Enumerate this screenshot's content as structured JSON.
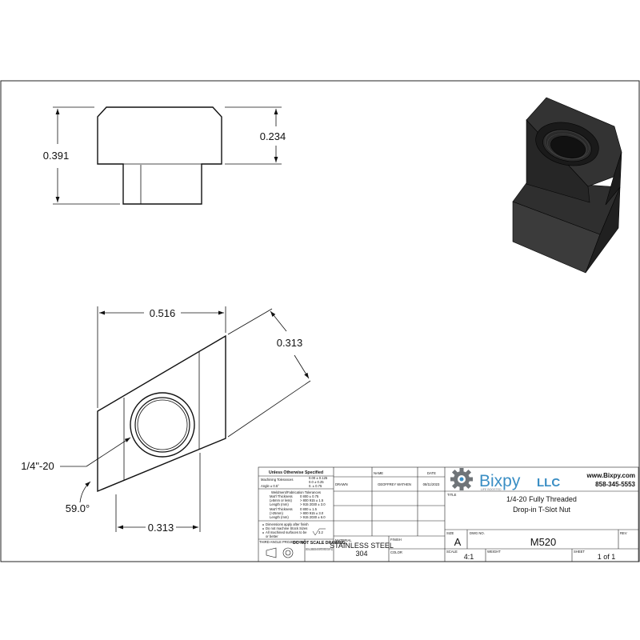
{
  "dimensions": {
    "overall_height": "0.391",
    "head_height": "0.234",
    "width": "0.516",
    "diagonal": "0.313",
    "thread": "1/4\"-20",
    "angle": "59.0°",
    "bottom": "0.313"
  },
  "tolerances": {
    "title": "Unless Otherwise Specified",
    "machining_label": "Machining Tolerances",
    "machining_values": [
      "0.00  ± 0.125",
      "0.0  ± 0.25",
      "0.  ± 0.75"
    ],
    "angle": "Angle  ± 0.5°",
    "weldment_title": "Weldment/Fabrication Tolerances",
    "thick1_label": "Mat'l Thickness",
    "thick1_sub": "(≥5mm or less)",
    "thick1_len": "Length (mm)",
    "thick1_vals": [
      "0     800 ± 0.75",
      "> 800    915 ± 1.5",
      "> 915   2030 ± 3.0"
    ],
    "thick2_label": "Mat'l Thickness",
    "thick2_sub": "(>25mm)",
    "thick2_len": "Length (mm)",
    "thick2_vals": [
      "0     800 ± 1.5",
      "> 800    915 ± 3.0",
      "> 915   2030 ± 6.0"
    ],
    "notes": [
      "Dimensions apply after finish",
      "Do not machine Stock Sizes",
      "All machined surfaces to be",
      "or better"
    ],
    "finish_value": "3.2"
  },
  "projection": {
    "label": "THIRD ANGLE PROJECTION",
    "noscale_title": "DO NOT SCALE DRAWING",
    "noscale_note": "CHECK ALL DIMENSIONS AND REPORT ERRORS TO BIXPY LLC"
  },
  "signoff": {
    "name_header": "NAME",
    "date_header": "DATE",
    "drawn_label": "DRAWN",
    "drawn_name": "GEOFFREY WATHEN",
    "drawn_date": "08/11/2023"
  },
  "material": {
    "label": "MATERIAL",
    "line1": "STAINLESS STEEL",
    "line2": "304",
    "finish_label": "FINISH",
    "color_label": "COLOR"
  },
  "company": {
    "name": "Bixpy",
    "suffix": "LLC",
    "tagline": "LIFE BOOSTED",
    "website": "www.Bixpy.com",
    "phone": "858-345-5553",
    "brand_color": "#3a8ec4",
    "gear_color": "#6f7478"
  },
  "title_block": {
    "title_label": "TITLE",
    "title_line1": "1/4-20 Fully Threaded",
    "title_line2": "Drop-in T-Slot Nut",
    "size_label": "SIZE",
    "size": "A",
    "dwg_label": "DWG NO.",
    "dwg_no": "M520",
    "rev_label": "REV",
    "scale_label": "SCALE",
    "scale": "4:1",
    "weight_label": "WEIGHT",
    "sheet_label": "SHEET",
    "sheet": "1 of 1"
  }
}
